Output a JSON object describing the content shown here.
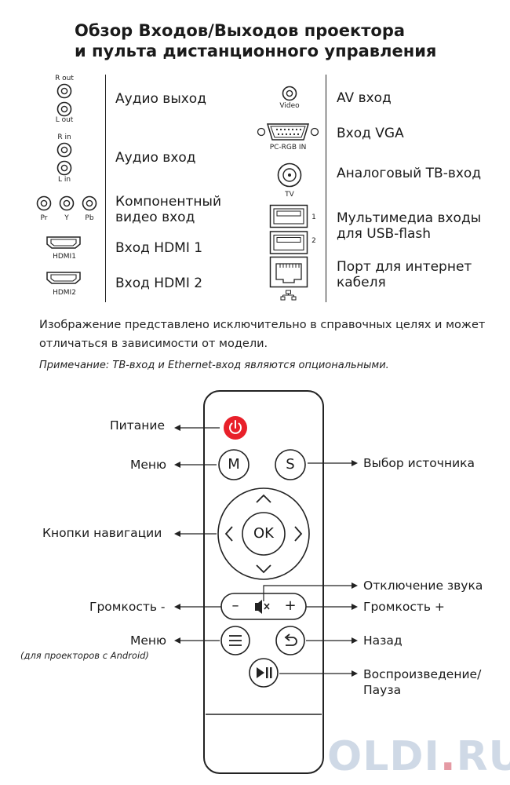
{
  "title_line1": "Обзор Входов/Выходов проектора",
  "title_line2": "и пульта дистанционного управления",
  "ports_left": [
    {
      "label": "Аудио выход",
      "sub": [
        "R out",
        "L out"
      ],
      "icon": "rca-pair-icon"
    },
    {
      "label": "Аудио вход",
      "sub": [
        "R in",
        "L in"
      ],
      "icon": "rca-pair-icon"
    },
    {
      "label_line1": "Компонентный",
      "label_line2": "видео вход",
      "sub": [
        "Pr",
        "Y",
        "Pb"
      ],
      "icon": "rca-triple-icon"
    },
    {
      "label": "Вход HDMI 1",
      "sub": [
        "HDMI1"
      ],
      "icon": "hdmi-port-icon"
    },
    {
      "label": "Вход HDMI 2",
      "sub": [
        "HDMI2"
      ],
      "icon": "hdmi-port-icon"
    }
  ],
  "ports_right": [
    {
      "label": "AV вход",
      "sub": [
        "Video"
      ],
      "icon": "rca-icon"
    },
    {
      "label": "Вход VGA",
      "sub": [
        "PC-RGB IN"
      ],
      "icon": "vga-port-icon"
    },
    {
      "label": "Аналоговый ТВ-вход",
      "sub": [
        "TV"
      ],
      "icon": "coax-port-icon"
    },
    {
      "label_line1": "Мультимедиа входы",
      "label_line2": "для USB-flash",
      "sub": [
        "1",
        "2"
      ],
      "icon": "usb-port-icon"
    },
    {
      "label_line1": "Порт для интернет",
      "label_line2": "кабеля",
      "sub": [],
      "icon": "ethernet-port-icon"
    }
  ],
  "disclaimer_line1": "Изображение представлено исключительно в справочных целях и может",
  "disclaimer_line2": "отличаться в зависимости от модели.",
  "note": "Примечание: ТВ-вход и Ethernet-вход являются опциональными.",
  "remote": {
    "power": "Питание",
    "menu": "Меню",
    "source": "Выбор источника",
    "navigation": "Кнопки навигации",
    "mute": "Отключение звука",
    "vol_down": "Громкость -",
    "vol_up": "Громкость +",
    "menu_android": "Меню",
    "menu_android_note": "(для проекторов с Android)",
    "back": "Назад",
    "play_pause_line1": "Воспроизведение/",
    "play_pause_line2": "Пауза",
    "btn_m": "M",
    "btn_s": "S",
    "btn_ok": "OK",
    "btn_minus": "–",
    "btn_plus": "+"
  },
  "watermark": {
    "main": "OLDI",
    "dot": ".",
    "tld": "RU"
  },
  "colors": {
    "power_button": "#e8202a",
    "text": "#1a1a1a",
    "watermark": "#cfd9e6"
  }
}
